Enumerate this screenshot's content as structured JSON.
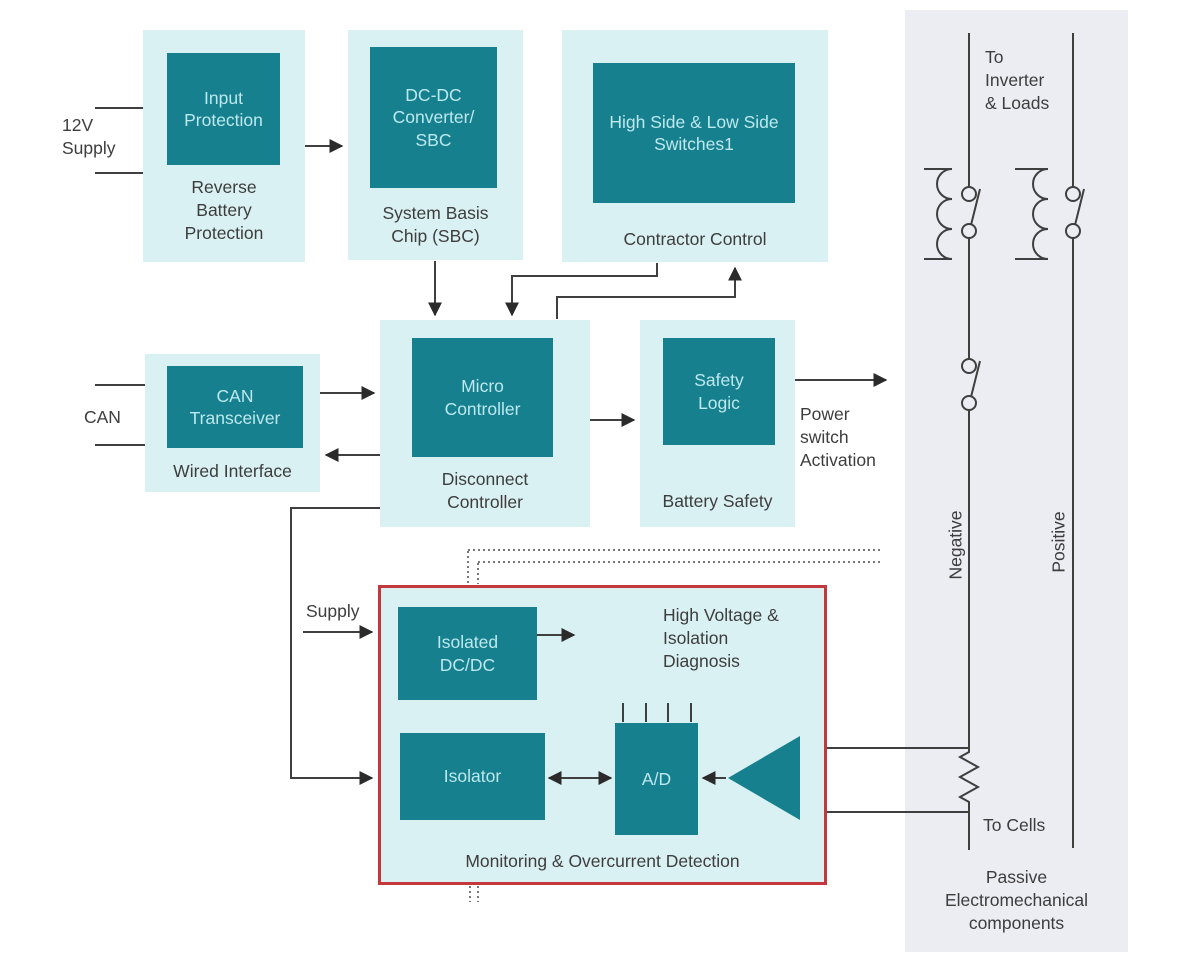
{
  "colors": {
    "chip_teal": "#16808E",
    "block_fill": "#DAF1F3",
    "panel_fill": "#ECECF3",
    "alert_border_red": "#C4373D",
    "line": "#3F3F3F",
    "chip_text": "#BCE8EE",
    "text": "#3D3D3D"
  },
  "inputs": {
    "supply_12v": "12V\nSupply",
    "can": "CAN",
    "supply": "Supply"
  },
  "blocks": {
    "reverse_battery": {
      "chip": "Input\nProtection",
      "caption": "Reverse\nBattery\nProtection"
    },
    "sbc": {
      "chip": "DC-DC\nConverter/\nSBC",
      "caption": "System Basis\nChip (SBC)"
    },
    "contactor": {
      "chip": "High Side & Low Side\nSwitches1",
      "caption": "Contractor Control"
    },
    "wired_interface": {
      "chip": "CAN\nTransceiver",
      "caption": "Wired Interface"
    },
    "disconnect": {
      "chip": "Micro\nController",
      "caption": "Disconnect\nController"
    },
    "battery_safety": {
      "chip": "Safety\nLogic",
      "caption": "Battery Safety"
    },
    "monitoring": {
      "isolated_dcdc": "Isolated\nDC/DC",
      "isolator": "Isolator",
      "adc": "A/D",
      "diagnosis_note": "High Voltage &\nIsolation\nDiagnosis",
      "caption": "Monitoring & Overcurrent Detection"
    }
  },
  "annotations": {
    "power_switch_activation": "Power\nswitch\nActivation"
  },
  "panel": {
    "to_inverter_loads": "To\nInverter\n& Loads",
    "negative": "Negative",
    "positive": "Positive",
    "to_cells": "To Cells",
    "caption": "Passive\nElectromechanical\ncomponents"
  }
}
